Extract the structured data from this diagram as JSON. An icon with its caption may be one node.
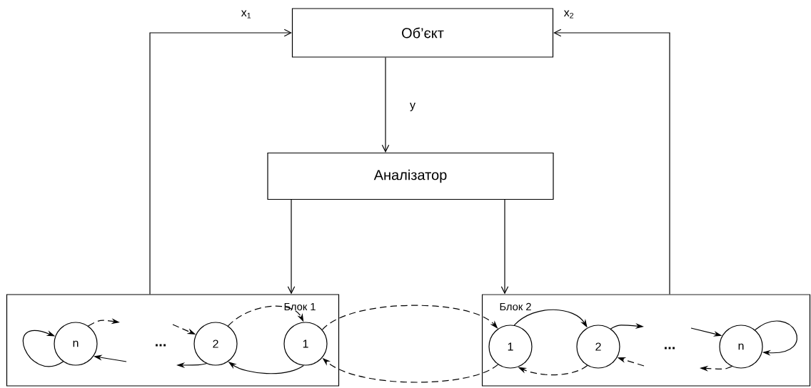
{
  "diagram": {
    "nodes": [
      {
        "text": [
          "Об’єкт"
        ]
      },
      {
        "text": [
          "Аналізатор"
        ]
      },
      {
        "text": [
          "Блок 1"
        ]
      },
      {
        "text": [
          "n"
        ],
        "in": 2
      },
      {
        "text": [
          "2"
        ],
        "in": 2
      },
      {
        "text": [
          "1"
        ],
        "in": 2
      },
      {
        "text": [
          "Блок 2"
        ]
      },
      {
        "text": [
          "1"
        ],
        "in": 6
      },
      {
        "text": [
          "2"
        ],
        "in": 6
      },
      {
        "text": [
          "n"
        ],
        "in": 6
      }
    ],
    "edges": [
      {
        "from": 2,
        "to": 0,
        "arrow": "to",
        "label": "x$_{1}$"
      },
      {
        "from": 6,
        "to": 0,
        "arrow": "to",
        "label": "x$_{2}$"
      },
      {
        "from": 0,
        "to": 1,
        "arrow": "to",
        "label": "y"
      },
      {
        "from": 1,
        "to": 2,
        "arrow": "to"
      },
      {
        "from": 1,
        "to": 6,
        "arrow": "to"
      },
      {
        "from": 3,
        "to": 3,
        "arrow": "to"
      },
      {
        "from": 3,
        "to": null,
        "arrow": "to",
        "style": "dashed"
      },
      {
        "from": null,
        "to": 4,
        "arrow": "to",
        "style": "dashed"
      },
      {
        "from": 4,
        "to": 5,
        "arrow": "to",
        "style": "dashed"
      },
      {
        "from": 5,
        "to": 4,
        "arrow": "to"
      },
      {
        "from": 4,
        "to": null,
        "arrow": "to"
      },
      {
        "from": null,
        "to": 3,
        "arrow": "to"
      },
      {
        "from": 5,
        "to": 7,
        "arrow": "to",
        "style": "dashed"
      },
      {
        "from": 7,
        "to": 5,
        "arrow": "to",
        "style": "dashed"
      },
      {
        "from": 7,
        "to": 8,
        "arrow": "to"
      },
      {
        "from": 8,
        "to": null,
        "arrow": "to"
      },
      {
        "from": null,
        "to": 9,
        "arrow": "to"
      },
      {
        "from": 9,
        "to": 9,
        "arrow": "to"
      },
      {
        "from": 9,
        "to": null,
        "arrow": "to",
        "style": "dashed"
      },
      {
        "from": null,
        "to": 8,
        "arrow": "to",
        "style": "dashed"
      },
      {
        "from": 8,
        "to": 7,
        "arrow": "to",
        "style": "dashed"
      }
    ],
    "labels": [
      "...",
      "..."
    ]
  }
}
